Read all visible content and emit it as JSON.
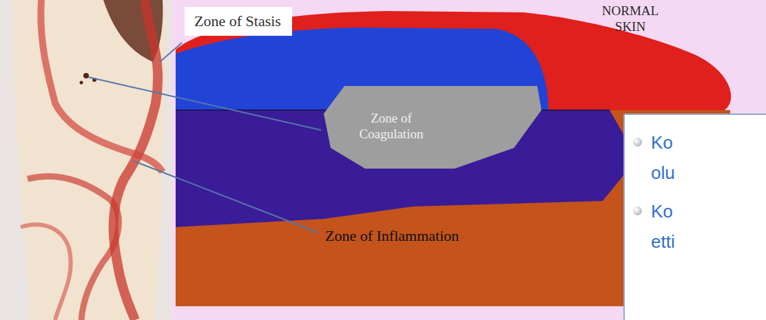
{
  "diagram": {
    "nodes": [
      {
        "text": [
          "Zone of Stasis"
        ]
      },
      {
        "text": [
          "Zone of Coagulation"
        ]
      },
      {
        "text": [
          "Ko olu",
          "Ko etti"
        ]
      }
    ],
    "labels": [
      "NORMAL SKIN",
      "Zone of Inflammation"
    ]
  }
}
